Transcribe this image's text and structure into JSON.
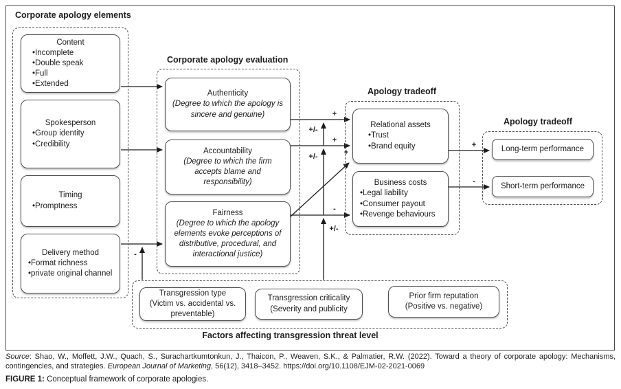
{
  "colors": {
    "ink": "#1c1c1c",
    "box_border": "#4e4e4e",
    "dashed_border": "#4d4d4d"
  },
  "titles": {
    "elements": "Corporate apology elements",
    "evaluation": "Corporate apology evaluation",
    "tradeoff_mid": "Apology tradeoff",
    "tradeoff_right": "Apology tradeoff",
    "factors": "Factors affecting transgression threat level"
  },
  "elements_boxes": [
    {
      "title": "Content",
      "bullets": [
        "Incomplete",
        "Double speak",
        "Full",
        "Extended"
      ]
    },
    {
      "title": "Spokesperson",
      "bullets": [
        "Group identity",
        "Credibility"
      ]
    },
    {
      "title": "Timing",
      "bullets": [
        "Promptness"
      ]
    },
    {
      "title": "Delivery method",
      "bullets": [
        "Format richness",
        "private original channel"
      ]
    }
  ],
  "evaluation_boxes": [
    {
      "title": "Authenticity",
      "desc": "(Degree to which the apology is sincere and genuine)"
    },
    {
      "title": "Accountability",
      "desc": "(Degree to which the firm accepts blame and responsibility)"
    },
    {
      "title": "Fairness",
      "desc": "(Degree to which the apology elements evoke perceptions of distributive, procedural, and interactional justice)"
    }
  ],
  "tradeoff_boxes": [
    {
      "title": "Relational assets",
      "bullets": [
        "Trust",
        "Brand equity"
      ]
    },
    {
      "title": "Business costs",
      "bullets": [
        "Legal liability",
        "Consumer payout",
        "Revenge behaviours"
      ]
    }
  ],
  "performance_boxes": [
    {
      "label": "Long-term performance"
    },
    {
      "label": "Short-term performance"
    }
  ],
  "factor_boxes": [
    {
      "title": "Transgression type",
      "desc": "(Victim vs. accidental vs. preventable)"
    },
    {
      "title": "Transgression criticality",
      "desc": "(Severity and publicity"
    },
    {
      "title": "Prior firm reputation",
      "desc": "(Positive vs. negative)"
    }
  ],
  "edge_labels": {
    "auth_to_relational": "+",
    "acct_to_relational": "+",
    "fair_to_relational": "+",
    "fair_to_costs": "-",
    "relational_to_long": "+",
    "costs_to_short": "-",
    "threat_mod_auth": "+/-",
    "threat_mod_acct": "+/-",
    "threat_mod_fair": "+/-",
    "threat_mod_delivery": "-"
  },
  "source": {
    "label": "Source",
    "part1": ": Shao, W., Moffett, J.W., Quach, S., Surachartkumtonkun, J., Thaicon, P., Weaven, S.K., & Palmatier, R.W. (2022). Toward a theory of corporate apology: Mechanisms, contingencies, and strategies. ",
    "journal": "European Journal of Marketing",
    "part2": ", 56(12), 3418–3452. https://doi.org/10.1108/EJM-02-2021-0069"
  },
  "caption": {
    "label": "FIGURE 1:",
    "text": " Conceptual framework of corporate apologies."
  }
}
